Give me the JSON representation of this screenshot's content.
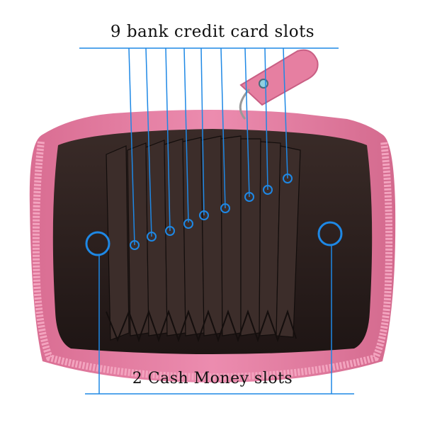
{
  "labels": {
    "top": "9 bank credit card slots",
    "bottom": "2 Cash Money slots"
  },
  "colors": {
    "annotation": "#1e88e5",
    "wallet_pink": "#e67fa1",
    "wallet_pink_dark": "#c95f84",
    "zipper": "#f19bb8",
    "lining": "#2e2220",
    "lining_dark": "#1c1413"
  },
  "counts": {
    "card_slots": 9,
    "cash_slots": 2
  }
}
